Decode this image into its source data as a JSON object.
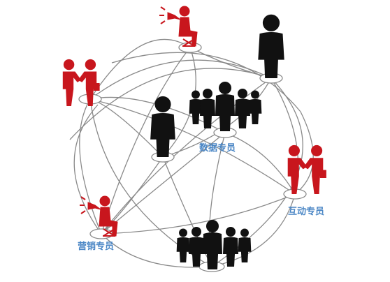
{
  "labels": {
    "data_specialist": "数据专员",
    "interaction_specialist": "互动专员",
    "marketing_specialist": "营销专员"
  },
  "colors": {
    "line": "#8a8a8a",
    "node_fill": "#ffffff",
    "node_stroke": "#8a8a8a",
    "red": "#c8161d",
    "black": "#111111",
    "label": "#4a86c5"
  },
  "icons": {
    "top_megaphone": "person-sitting-megaphone-icon",
    "left_handshake": "handshake-icon",
    "top_right_person": "single-person-icon",
    "center_group": "group-icon",
    "center_person": "single-person-icon",
    "right_handshake": "handshake-icon",
    "left_megaphone": "person-sitting-megaphone-icon",
    "bottom_group": "group-icon"
  }
}
